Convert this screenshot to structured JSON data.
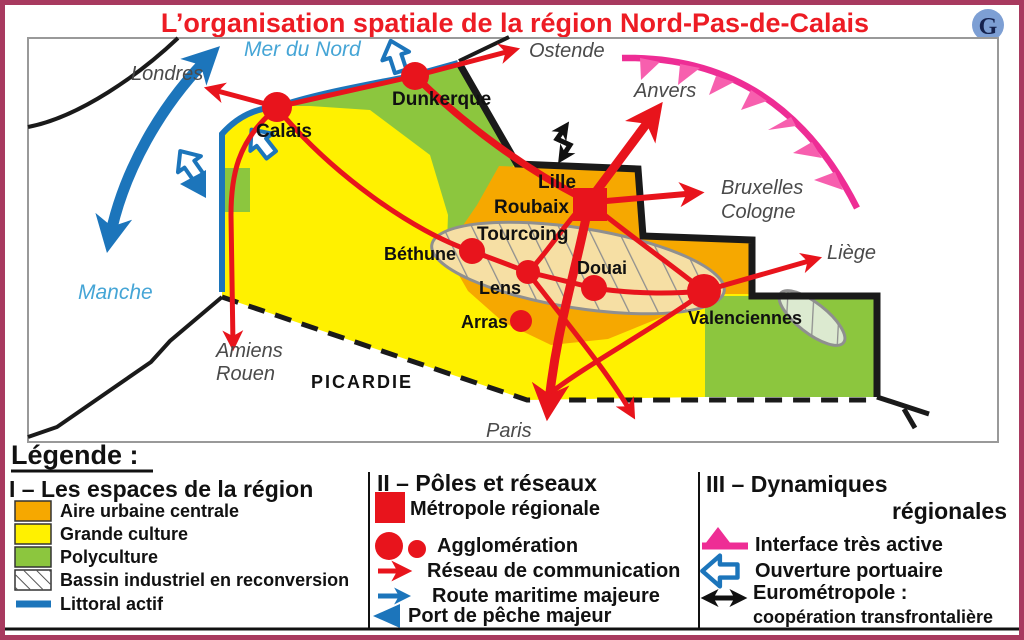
{
  "title": "L’organisation spatiale de la région Nord-Pas-de-Calais",
  "logo": {
    "letter": "G"
  },
  "map": {
    "sea_labels": {
      "mer_du_nord": "Mer du Nord",
      "manche": "Manche"
    },
    "external_places": {
      "londres": "Londres",
      "ostende": "Ostende",
      "anvers": "Anvers",
      "bruxelles": "Bruxelles",
      "cologne": "Cologne",
      "liege": "Liège",
      "amiens": "Amiens",
      "rouen": "Rouen",
      "paris": "Paris"
    },
    "cities": {
      "dunkerque": "Dunkerque",
      "calais": "Calais",
      "lille": "Lille",
      "roubaix": "Roubaix",
      "tourcoing": "Tourcoing",
      "bethune": "Béthune",
      "lens": "Lens",
      "douai": "Douai",
      "arras": "Arras",
      "valenciennes": "Valenciennes"
    },
    "region_label": "PICARDIE"
  },
  "legend": {
    "title": "Légende :",
    "sections": [
      {
        "title": "I – Les espaces de la région",
        "items": [
          "Aire urbaine centrale",
          "Grande culture",
          "Polyculture",
          "Bassin industriel en reconversion",
          "Littoral actif"
        ]
      },
      {
        "title": "II – Pôles et réseaux",
        "items": [
          "Métropole régionale",
          "Agglomération",
          "Réseau de communication",
          "Route maritime majeure",
          "Port de pêche majeur"
        ]
      },
      {
        "title": "III – Dynamiques",
        "title2": "régionales",
        "items": [
          "Interface très active",
          "Ouverture portuaire",
          "Eurométropole :",
          "coopération transfrontalière"
        ]
      }
    ]
  },
  "colors": {
    "urban_orange": "#f6a800",
    "crop_yellow": "#fff100",
    "polyculture_green": "#8cc63e",
    "network_red": "#e8141c",
    "maritime_blue": "#1c75bb",
    "interface_pink": "#ee2d95",
    "sea_text_blue": "#45a5d6",
    "outside_text_gray": "#4a4a4a",
    "frame_magenta": "#a83a5f"
  }
}
